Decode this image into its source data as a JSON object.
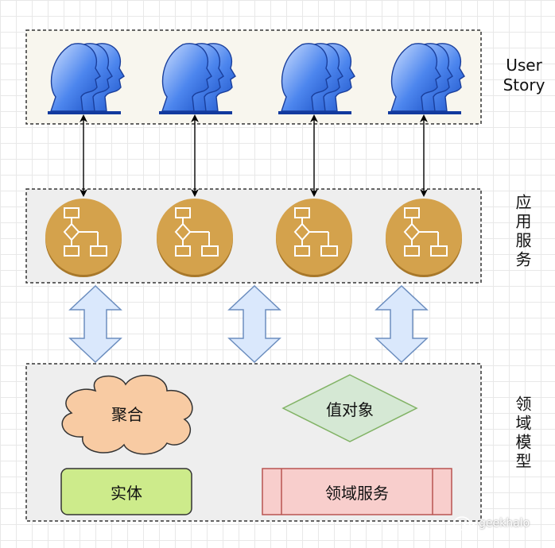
{
  "layers": {
    "user_story": "User Story",
    "app_service": "应用服务",
    "domain_model": "领域模型"
  },
  "nodes": {
    "aggregate": "聚合",
    "value_object": "值对象",
    "entity": "实体",
    "domain_service": "领域服务"
  },
  "watermark": "geekhalo",
  "colors": {
    "user_story_bg": "#f8f6ee",
    "layer_bg": "#eeeeee",
    "service_gold": "#d4a24c",
    "arrow_fill": "#dae8fc",
    "arrow_stroke": "#6c8ebf",
    "aggregate_fill": "#f8cba3",
    "value_object_fill": "#d5e8d4",
    "entity_fill": "#cdeb8b",
    "domain_service_fill": "#f8cecc"
  },
  "icons": [
    "user-group-icon",
    "flowchart-icon"
  ]
}
